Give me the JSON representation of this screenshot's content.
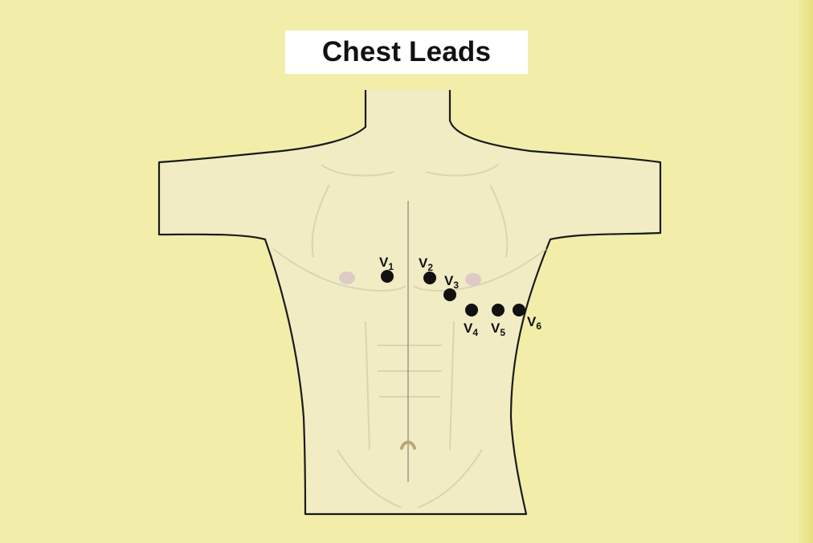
{
  "title": "Chest Leads",
  "colors": {
    "background": "#f2eeaa",
    "skin": "#f1ecc4",
    "outline": "#1a1a1a",
    "electrode": "#111111",
    "nipple": "#d9c3c8"
  },
  "leads": [
    {
      "id": "v1",
      "letter": "V",
      "sub": "1"
    },
    {
      "id": "v2",
      "letter": "V",
      "sub": "2"
    },
    {
      "id": "v3",
      "letter": "V",
      "sub": "3"
    },
    {
      "id": "v4",
      "letter": "V",
      "sub": "4"
    },
    {
      "id": "v5",
      "letter": "V",
      "sub": "5"
    },
    {
      "id": "v6",
      "letter": "V",
      "sub": "6"
    }
  ]
}
